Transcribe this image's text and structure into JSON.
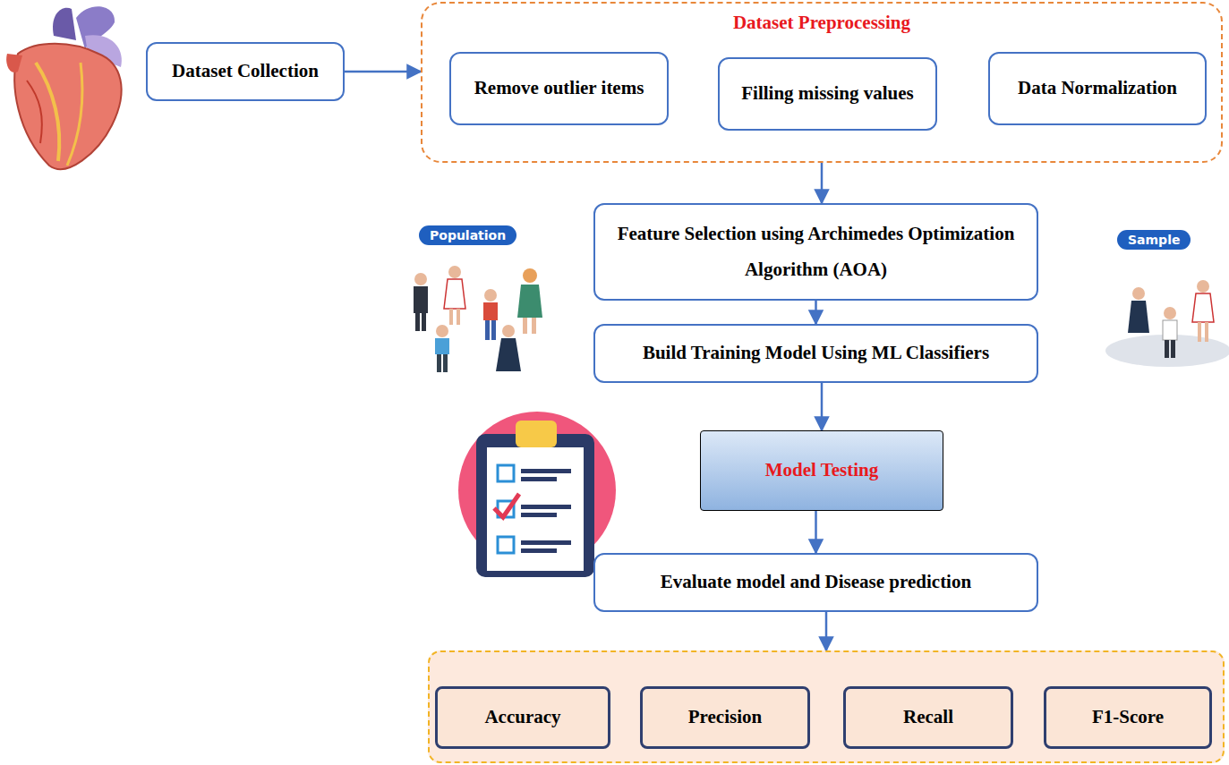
{
  "diagram": {
    "nodes": [
      {
        "text": [
          "Dataset Collection"
        ]
      },
      {
        "text": [
          "Dataset Preprocessing"
        ]
      },
      {
        "text": [
          "Remove outlier items"
        ],
        "in": 1
      },
      {
        "text": [
          "Filling missing values"
        ],
        "in": 1
      },
      {
        "text": [
          "Data Normalization"
        ],
        "in": 1
      },
      {
        "text": [
          "Feature Selection using Archimedes Optimization Algorithm (AOA)"
        ]
      },
      {
        "text": [
          "Build Training Model Using ML Classifiers"
        ]
      },
      {
        "text": [
          "Model Testing"
        ]
      },
      {
        "text": [
          "Evaluate model and Disease prediction"
        ]
      },
      {
        "text": []
      },
      {
        "text": [
          "Accuracy"
        ],
        "in": 9
      },
      {
        "text": [
          "Precision"
        ],
        "in": 9
      },
      {
        "text": [
          "Recall"
        ],
        "in": 9
      },
      {
        "text": [
          "F1-Score"
        ],
        "in": 9
      }
    ],
    "edges": [
      {
        "from": 0,
        "to": 1,
        "arrow": "to"
      },
      {
        "from": 1,
        "to": 5,
        "arrow": "to"
      },
      {
        "from": 5,
        "to": 6,
        "arrow": "to"
      },
      {
        "from": 6,
        "to": 7,
        "arrow": "to"
      },
      {
        "from": 7,
        "to": 8,
        "arrow": "to"
      },
      {
        "from": 8,
        "to": 9,
        "arrow": "to"
      }
    ],
    "labels": [
      "Population",
      "Sample"
    ]
  }
}
